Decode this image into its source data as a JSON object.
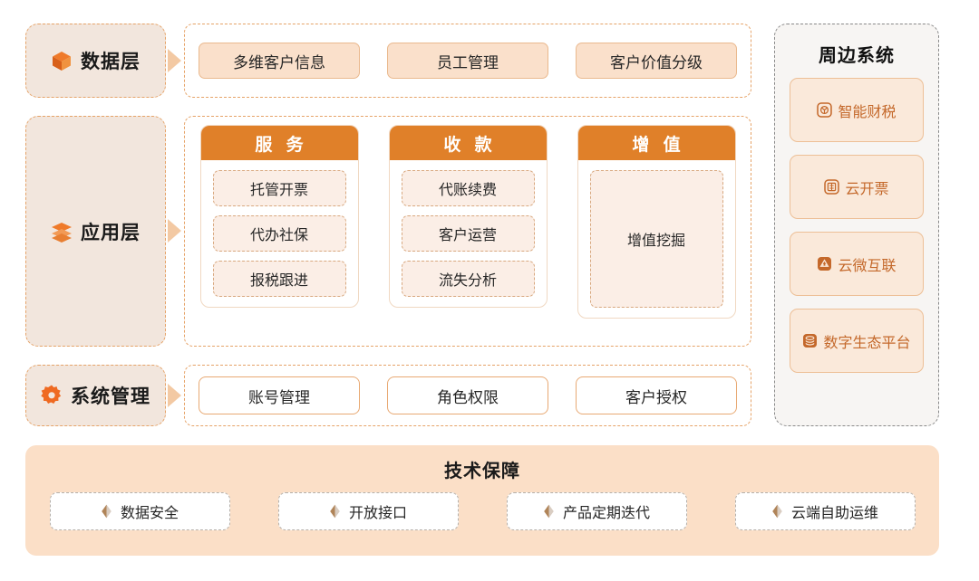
{
  "diagram": {
    "rows": [
      {
        "id": "data-layer",
        "label": "数据层",
        "icon": "cube-icon",
        "items": [
          "多维客户信息",
          "员工管理",
          "客户价值分级"
        ]
      },
      {
        "id": "application-layer",
        "label": "应用层",
        "icon": "layers-icon",
        "columns": [
          {
            "header": "服 务",
            "items": [
              "托管开票",
              "代办社保",
              "报税跟进"
            ]
          },
          {
            "header": "收 款",
            "items": [
              "代账续费",
              "客户运营",
              "流失分析"
            ]
          },
          {
            "header": "增 值",
            "items": [
              "增值挖掘"
            ]
          }
        ]
      },
      {
        "id": "system-management",
        "label": "系统管理",
        "icon": "gear-icon",
        "items": [
          "账号管理",
          "角色权限",
          "客户授权"
        ]
      }
    ],
    "sidebar": {
      "title": "周边系统",
      "items": [
        {
          "label": "智能财税",
          "icon": "smart-tax-icon"
        },
        {
          "label": "云开票",
          "icon": "cloud-invoice-icon"
        },
        {
          "label": "云微互联",
          "icon": "cloud-connect-icon"
        },
        {
          "label": "数字生态平台",
          "icon": "digital-ecosystem-icon"
        }
      ]
    },
    "technology": {
      "title": "技术保障",
      "items": [
        "数据安全",
        "开放接口",
        "产品定期迭代",
        "云端自助运维"
      ]
    },
    "colors": {
      "accent_orange": "#e08029",
      "label_fill": "#f2e6dd",
      "dashed_border": "#e6a368",
      "pill_peach": "#fae0cb",
      "app_pill_fill": "#fbeee6",
      "sidebar_fill": "#f7f5f3",
      "sidebar_item_fill": "#fae9da",
      "tech_band_fill": "#fbdfc7",
      "sidebar_text": "#c4682a"
    }
  }
}
